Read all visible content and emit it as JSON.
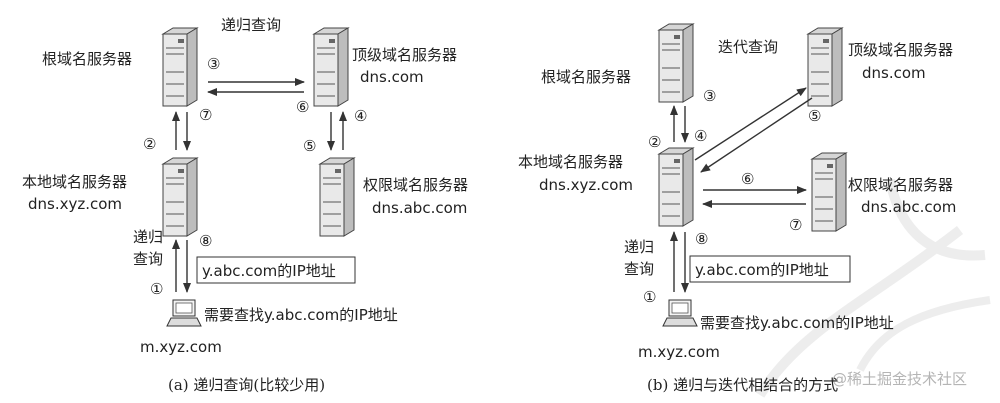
{
  "left_panel": {
    "top_label": "递归查询",
    "root_server": "根域名服务器",
    "tld_server": "顶级域名服务器",
    "tld_domain": "dns.com",
    "local_server": "本地域名服务器",
    "local_domain": "dns.xyz.com",
    "auth_server": "权限域名服务器",
    "auth_domain": "dns.abc.com",
    "query_label_1": "递归",
    "query_label_2": "查询",
    "result_box": "y.abc.com的IP地址",
    "host_request": "需要查找y.abc.com的IP地址",
    "host_name": "m.xyz.com",
    "caption": "(a) 递归查询(比较少用)",
    "steps": [
      "①",
      "②",
      "③",
      "④",
      "⑤",
      "⑥",
      "⑦",
      "⑧"
    ]
  },
  "right_panel": {
    "top_label": "迭代查询",
    "root_server": "根域名服务器",
    "tld_server": "顶级域名服务器",
    "tld_domain": "dns.com",
    "local_server": "本地域名服务器",
    "local_domain": "dns.xyz.com",
    "auth_server": "权限域名服务器",
    "auth_domain": "dns.abc.com",
    "query_label_1": "递归",
    "query_label_2": "查询",
    "result_box": "y.abc.com的IP地址",
    "host_request": "需要查找y.abc.com的IP地址",
    "host_name": "m.xyz.com",
    "caption": "(b) 递归与迭代相结合的方式",
    "steps": [
      "①",
      "②",
      "③",
      "④",
      "⑤",
      "⑥",
      "⑦",
      "⑧"
    ]
  },
  "watermark": "@稀土掘金技术社区"
}
